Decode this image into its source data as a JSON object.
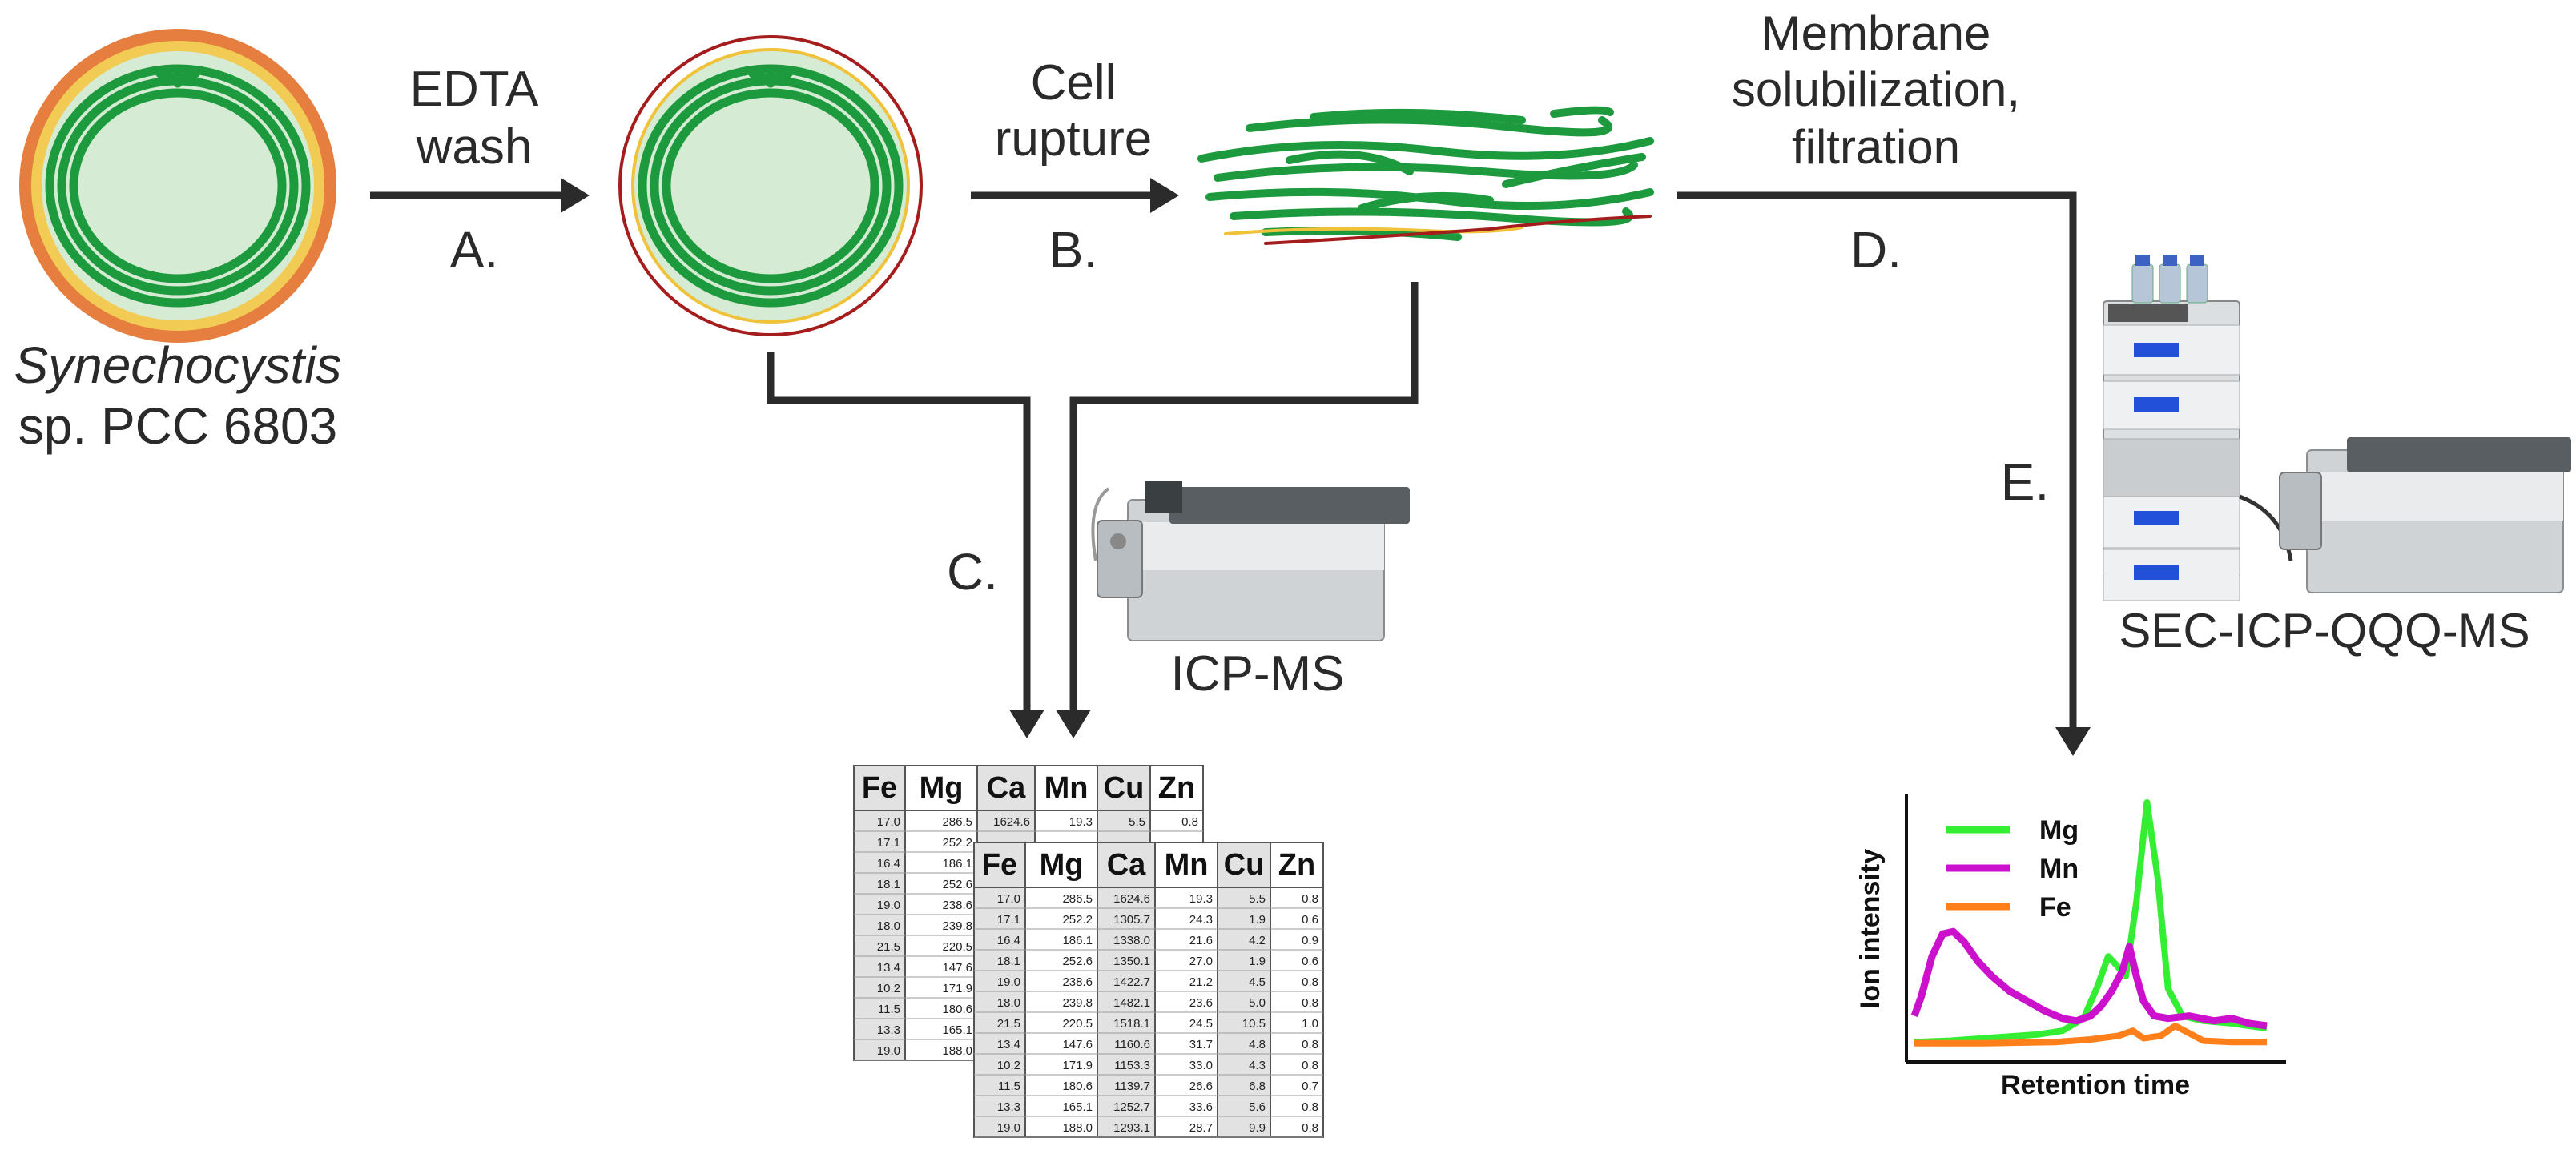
{
  "organism": {
    "genus": "Synechocystis",
    "strain": "sp. PCC 6803"
  },
  "steps": {
    "a": {
      "line1": "EDTA",
      "line2": "wash",
      "letter": "A."
    },
    "b": {
      "line1": "Cell",
      "line2": "rupture",
      "letter": "B."
    },
    "c": {
      "letter": "C."
    },
    "d": {
      "line1": "Membrane",
      "line2": "solubilization,",
      "line3": "filtration",
      "letter": "D."
    },
    "e": {
      "letter": "E."
    }
  },
  "instruments": {
    "icpms": "ICP-MS",
    "sec": "SEC-ICP-QQQ-MS"
  },
  "colors": {
    "membrane_green": "#1e9a3e",
    "cytoplasm": "#d4ecd4",
    "outer": "#e8853a",
    "wall_red": "#a41c1c",
    "wall_yellow": "#f0c23a",
    "mg": "#33ee33",
    "mn": "#cc11cc",
    "fe": "#ff7f1a"
  },
  "table": {
    "headers": [
      "Fe",
      "Mg",
      "Ca",
      "Mn",
      "Cu",
      "Zn"
    ],
    "back_rows": [
      [
        "17.0",
        "286.5",
        "1624.6",
        "19.3",
        "5.5",
        "0.8"
      ],
      [
        "17.1",
        "252.2"
      ],
      [
        "16.4",
        "186.1"
      ],
      [
        "18.1",
        "252.6"
      ],
      [
        "19.0",
        "238.6"
      ],
      [
        "18.0",
        "239.8"
      ],
      [
        "21.5",
        "220.5"
      ],
      [
        "13.4",
        "147.6"
      ],
      [
        "10.2",
        "171.9"
      ],
      [
        "11.5",
        "180.6"
      ],
      [
        "13.3",
        "165.1"
      ],
      [
        "19.0",
        "188.0"
      ]
    ],
    "rows": [
      [
        "17.0",
        "286.5",
        "1624.6",
        "19.3",
        "5.5",
        "0.8"
      ],
      [
        "17.1",
        "252.2",
        "1305.7",
        "24.3",
        "1.9",
        "0.6"
      ],
      [
        "16.4",
        "186.1",
        "1338.0",
        "21.6",
        "4.2",
        "0.9"
      ],
      [
        "18.1",
        "252.6",
        "1350.1",
        "27.0",
        "1.9",
        "0.6"
      ],
      [
        "19.0",
        "238.6",
        "1422.7",
        "21.2",
        "4.5",
        "0.8"
      ],
      [
        "18.0",
        "239.8",
        "1482.1",
        "23.6",
        "5.0",
        "0.8"
      ],
      [
        "21.5",
        "220.5",
        "1518.1",
        "24.5",
        "10.5",
        "1.0"
      ],
      [
        "13.4",
        "147.6",
        "1160.6",
        "31.7",
        "4.8",
        "0.8"
      ],
      [
        "10.2",
        "171.9",
        "1153.3",
        "33.0",
        "4.3",
        "0.8"
      ],
      [
        "11.5",
        "180.6",
        "1139.7",
        "26.6",
        "6.8",
        "0.7"
      ],
      [
        "13.3",
        "165.1",
        "1252.7",
        "33.6",
        "5.6",
        "0.8"
      ],
      [
        "19.0",
        "188.0",
        "1293.1",
        "28.7",
        "9.9",
        "0.8"
      ]
    ]
  },
  "chart_data": {
    "type": "line",
    "xlabel": "Retention time",
    "ylabel": "Ion intensity",
    "legend_position": "top-left",
    "series": [
      {
        "name": "Mg",
        "color": "#33ee33",
        "points": [
          [
            0.0,
            0.035
          ],
          [
            0.1,
            0.04
          ],
          [
            0.2,
            0.05
          ],
          [
            0.3,
            0.06
          ],
          [
            0.35,
            0.065
          ],
          [
            0.42,
            0.08
          ],
          [
            0.48,
            0.13
          ],
          [
            0.52,
            0.26
          ],
          [
            0.55,
            0.38
          ],
          [
            0.57,
            0.35
          ],
          [
            0.6,
            0.3
          ],
          [
            0.63,
            0.6
          ],
          [
            0.66,
            1.0
          ],
          [
            0.69,
            0.7
          ],
          [
            0.72,
            0.25
          ],
          [
            0.76,
            0.14
          ],
          [
            0.82,
            0.12
          ],
          [
            0.9,
            0.11
          ],
          [
            0.95,
            0.1
          ],
          [
            1.0,
            0.09
          ]
        ]
      },
      {
        "name": "Mn",
        "color": "#cc11cc",
        "points": [
          [
            0.0,
            0.14
          ],
          [
            0.02,
            0.22
          ],
          [
            0.05,
            0.38
          ],
          [
            0.08,
            0.47
          ],
          [
            0.11,
            0.48
          ],
          [
            0.14,
            0.44
          ],
          [
            0.18,
            0.36
          ],
          [
            0.22,
            0.3
          ],
          [
            0.27,
            0.24
          ],
          [
            0.32,
            0.2
          ],
          [
            0.37,
            0.16
          ],
          [
            0.42,
            0.13
          ],
          [
            0.46,
            0.12
          ],
          [
            0.5,
            0.14
          ],
          [
            0.53,
            0.18
          ],
          [
            0.56,
            0.24
          ],
          [
            0.59,
            0.32
          ],
          [
            0.61,
            0.42
          ],
          [
            0.63,
            0.3
          ],
          [
            0.65,
            0.2
          ],
          [
            0.68,
            0.14
          ],
          [
            0.72,
            0.13
          ],
          [
            0.78,
            0.14
          ],
          [
            0.85,
            0.12
          ],
          [
            0.9,
            0.13
          ],
          [
            0.95,
            0.11
          ],
          [
            1.0,
            0.1
          ]
        ]
      },
      {
        "name": "Fe",
        "color": "#ff7f1a",
        "points": [
          [
            0.0,
            0.03
          ],
          [
            0.2,
            0.03
          ],
          [
            0.4,
            0.035
          ],
          [
            0.5,
            0.045
          ],
          [
            0.58,
            0.06
          ],
          [
            0.62,
            0.08
          ],
          [
            0.65,
            0.05
          ],
          [
            0.7,
            0.06
          ],
          [
            0.74,
            0.1
          ],
          [
            0.78,
            0.07
          ],
          [
            0.82,
            0.04
          ],
          [
            0.9,
            0.035
          ],
          [
            1.0,
            0.035
          ]
        ]
      }
    ]
  }
}
